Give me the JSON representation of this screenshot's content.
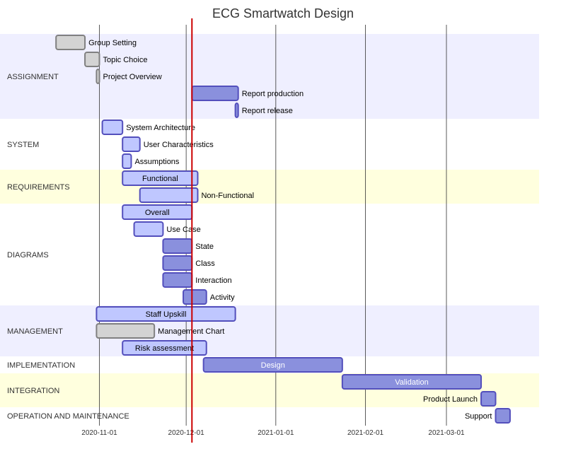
{
  "chart_data": {
    "type": "gantt",
    "title": "ECG Smartwatch Design",
    "x_axis": {
      "ticks": [
        "2020-11-01",
        "2020-12-01",
        "2021-01-01",
        "2021-02-01",
        "2021-03-01"
      ],
      "range": [
        "2020-10-16",
        "2021-03-31"
      ]
    },
    "today_marker": "2020-12-03",
    "colors": {
      "done_fill": "#d3d3d3",
      "done_stroke": "#808080",
      "active_fill": "#8a90dd",
      "active_stroke": "#534fbc",
      "normal_fill": "#bfc7ff",
      "normal_stroke": "#534fbc",
      "today_line": "#cc0000",
      "section_band_a": "#efefff",
      "section_band_b": "#ffffde",
      "section_band_none": "#ffffff",
      "grid": "#333333"
    },
    "sections": [
      {
        "name": "ASSIGNMENT",
        "band": "a",
        "tasks": [
          {
            "name": "Group Setting",
            "start": "2020-10-17",
            "end": "2020-10-27",
            "status": "done"
          },
          {
            "name": "Topic Choice",
            "start": "2020-10-27",
            "end": "2020-11-01",
            "status": "done"
          },
          {
            "name": "Project Overview",
            "start": "2020-10-31",
            "end": "2020-11-01",
            "status": "done"
          },
          {
            "name": "Report production",
            "start": "2020-12-03",
            "end": "2020-12-19",
            "status": "active"
          },
          {
            "name": "Report release",
            "start": "2020-12-18",
            "end": "2020-12-19",
            "status": "active"
          }
        ]
      },
      {
        "name": "SYSTEM",
        "band": "none",
        "tasks": [
          {
            "name": "System Architecture",
            "start": "2020-11-02",
            "end": "2020-11-09",
            "status": "normal"
          },
          {
            "name": "User Characteristics",
            "start": "2020-11-09",
            "end": "2020-11-15",
            "status": "normal"
          },
          {
            "name": "Assumptions",
            "start": "2020-11-09",
            "end": "2020-11-12",
            "status": "normal"
          }
        ]
      },
      {
        "name": "REQUIREMENTS",
        "band": "b",
        "tasks": [
          {
            "name": "Functional",
            "start": "2020-11-09",
            "end": "2020-12-05",
            "status": "normal"
          },
          {
            "name": "Non-Functional",
            "start": "2020-11-15",
            "end": "2020-12-05",
            "status": "normal"
          }
        ]
      },
      {
        "name": "DIAGRAMS",
        "band": "none",
        "tasks": [
          {
            "name": "Overall",
            "start": "2020-11-09",
            "end": "2020-12-03",
            "status": "normal"
          },
          {
            "name": "Use Case",
            "start": "2020-11-13",
            "end": "2020-11-23",
            "status": "normal"
          },
          {
            "name": "State",
            "start": "2020-11-23",
            "end": "2020-12-03",
            "status": "active"
          },
          {
            "name": "Class",
            "start": "2020-11-23",
            "end": "2020-12-03",
            "status": "active"
          },
          {
            "name": "Interaction",
            "start": "2020-11-23",
            "end": "2020-12-03",
            "status": "active"
          },
          {
            "name": "Activity",
            "start": "2020-11-30",
            "end": "2020-12-08",
            "status": "active"
          }
        ]
      },
      {
        "name": "MANAGEMENT",
        "band": "a",
        "tasks": [
          {
            "name": "Staff Upskill",
            "start": "2020-10-31",
            "end": "2020-12-18",
            "status": "normal"
          },
          {
            "name": "Management Chart",
            "start": "2020-10-31",
            "end": "2020-11-20",
            "status": "done"
          },
          {
            "name": "Risk assessment",
            "start": "2020-11-09",
            "end": "2020-12-08",
            "status": "normal"
          }
        ]
      },
      {
        "name": "IMPLEMENTATION",
        "band": "none",
        "tasks": [
          {
            "name": "Design",
            "start": "2020-12-07",
            "end": "2021-01-24",
            "status": "active"
          }
        ]
      },
      {
        "name": "INTEGRATION",
        "band": "b",
        "tasks": [
          {
            "name": "Validation",
            "start": "2021-01-24",
            "end": "2021-03-13",
            "status": "active"
          },
          {
            "name": "Product Launch",
            "start": "2021-03-13",
            "end": "2021-03-18",
            "status": "active"
          }
        ]
      },
      {
        "name": "OPERATION AND MAINTENANCE",
        "band": "none",
        "tasks": [
          {
            "name": "Support",
            "start": "2021-03-18",
            "end": "2021-03-23",
            "status": "active"
          }
        ]
      }
    ]
  }
}
